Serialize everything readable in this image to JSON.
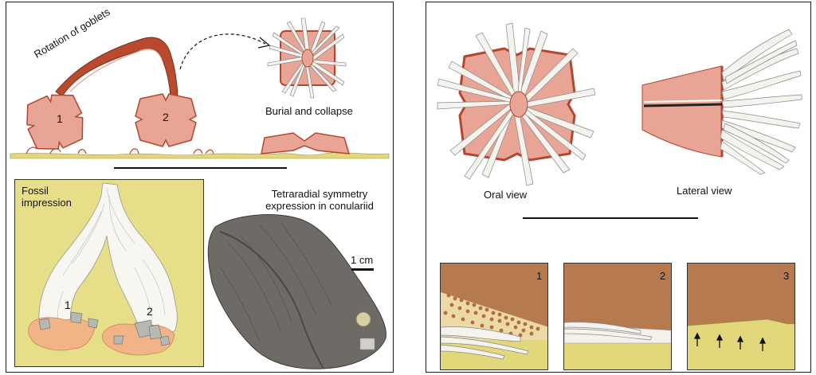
{
  "left_panel": {
    "rotation_label": "Rotation of goblets",
    "goblet_1_label": "1",
    "goblet_2_label": "2",
    "burial_label": "Burial and collapse",
    "fossil_box": {
      "title": "Fossil impression",
      "branch_1_label": "1",
      "branch_2_label": "2"
    },
    "photo": {
      "caption": "Tetraradial symmetry expression in conulariid",
      "scale_label": "1 cm"
    }
  },
  "right_panel": {
    "oral_view_label": "Oral view",
    "lateral_view_label": "Lateral view",
    "stages": [
      {
        "number": "1"
      },
      {
        "number": "2"
      },
      {
        "number": "3"
      }
    ]
  },
  "colors": {
    "body_pink": "#E8A595",
    "rim_red": "#B5452C",
    "stalk_red": "#B94A2E",
    "sediment_olive": "#E2D77A",
    "fossil_box_bg": "#E6DE88",
    "water_brown": "#B57A4E",
    "tentacle_white": "#F4F3EE",
    "foot_orange": "#F2B486",
    "rock_grey": "#6E6B66"
  }
}
